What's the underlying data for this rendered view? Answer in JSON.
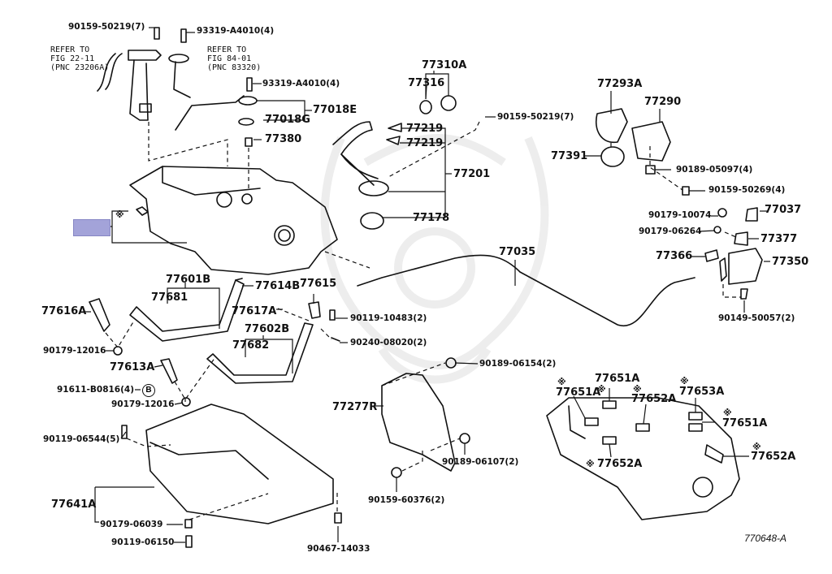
{
  "diagram": {
    "catalog_ref": "770648-A",
    "highlight_color": "#a3a3d9",
    "watermark": "faint samurai-helmet logo",
    "notes": {
      "refer_fuel_pump": [
        "REFER TO",
        "FIG 22-11",
        "(PNC 23206A)"
      ],
      "refer_gauge": [
        "REFER TO",
        "FIG 84-01",
        "(PNC 83320)"
      ]
    },
    "parts": {
      "p90159_50219_a": "90159-50219(7)",
      "p93319_a4010_a": "93319-A4010(4)",
      "p93319_a4010_b": "93319-A4010(4)",
      "p77018e": "77018E",
      "p77018g": "77018G",
      "p77380": "77380",
      "p77310a": "77310A",
      "p77316": "77316",
      "p90159_50219_b": "90159-50219(7)",
      "p77219_a": "77219",
      "p77219_b": "77219",
      "p77201": "77201",
      "p77178": "77178",
      "p77293a": "77293A",
      "p77290": "77290",
      "p77391": "77391",
      "p90189_05097": "90189-05097(4)",
      "p90159_50269": "90159-50269(4)",
      "p90179_10074": "90179-10074",
      "p77037": "77037",
      "p90179_06264": "90179-06264",
      "p77377": "77377",
      "p77366": "77366",
      "p77350": "77350",
      "p90149_50057": "90149-50057(2)",
      "p77035": "77035",
      "p77601b": "77601B",
      "p77681": "77681",
      "p77614b": "77614B",
      "p77615": "77615",
      "p77616a": "77616A",
      "p77617a": "77617A",
      "p90119_10483": "90119-10483(2)",
      "p77602b": "77602B",
      "p77682": "77682",
      "p90240_08020": "90240-08020(2)",
      "p90179_12016_a": "90179-12016",
      "p77613a": "77613A",
      "p91611_b0816": "91611-B0816(4)",
      "b_marker": "B",
      "p90179_12016_b": "90179-12016",
      "p90189_06154": "90189-06154(2)",
      "p77277r": "77277R",
      "p90189_06107": "90189-06107(2)",
      "p90159_60376": "90159-60376(2)",
      "p90119_06544": "90119-06544(5)",
      "p77641a": "77641A",
      "p90179_06039": "90179-06039",
      "p90119_06150": "90119-06150",
      "p90467_14033": "90467-14033",
      "p77651a_top": "77651A",
      "p77651a_left": "77651A",
      "p77652a_mid": "77652A",
      "p77653a": "77653A",
      "p77651a_right": "77651A",
      "p77652a_right": "77652A",
      "p77652a_bottom": "77652A"
    },
    "symbols": {
      "ref_mark": "※"
    }
  }
}
